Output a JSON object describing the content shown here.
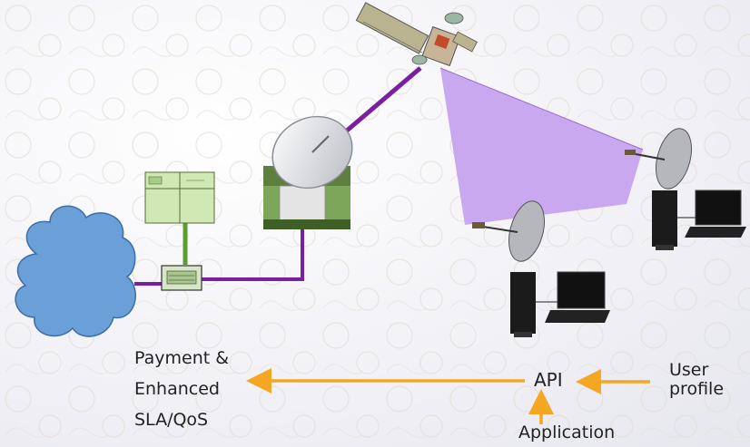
{
  "labels": {
    "payment_line1": "Payment &",
    "payment_line2": "Enhanced",
    "payment_line3": "SLA/QoS",
    "api": "API",
    "user_line1": "User",
    "user_line2": "profile",
    "application": "Application"
  },
  "colors": {
    "link_purple": "#7b1fa2",
    "link_green": "#5a9e2f",
    "arrow_orange": "#f5a623",
    "beam_lavender": "#c6a3ef",
    "cloud_blue": "#6b9fd8"
  },
  "icons": {
    "cloud": "internet-cloud-icon",
    "switch": "network-switch-icon",
    "server": "server-icon",
    "dish": "ground-station-dish-icon",
    "satellite": "satellite-icon",
    "terminal": "user-terminal-icon"
  }
}
